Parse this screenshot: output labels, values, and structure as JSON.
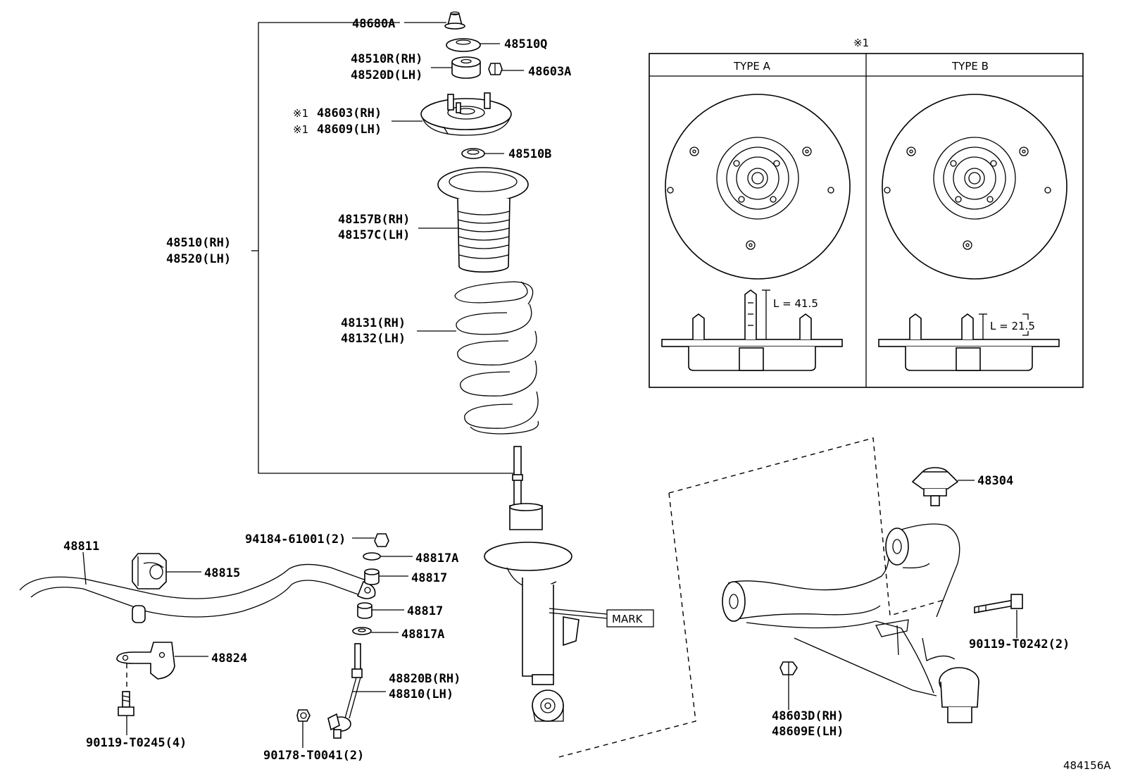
{
  "labels": {
    "p48680A": "48680A",
    "p48510Q": "48510Q",
    "p48510R": "48510R(RH)",
    "p48520D": "48520D(LH)",
    "p48603A": "48603A",
    "p48603": "48603(RH)",
    "p48609": "48609(LH)",
    "note_mark": "※1",
    "p48510B": "48510B",
    "p48157B": "48157B(RH)",
    "p48157C": "48157C(LH)",
    "p48510": "48510(RH)",
    "p48520": "48520(LH)",
    "p48131": "48131(RH)",
    "p48132": "48132(LH)",
    "p48811": "48811",
    "p48815": "48815",
    "p94184": "94184-61001(2)",
    "p48817A_top": "48817A",
    "p48817_top": "48817",
    "p48817_bot": "48817",
    "p48817A_bot": "48817A",
    "p48824": "48824",
    "p48820B": "48820B(RH)",
    "p48810": "48810(LH)",
    "p90119_T0245": "90119-T0245(4)",
    "p90178": "90178-T0041(2)",
    "mark": "MARK",
    "p48304": "48304",
    "p90119_T0242": "90119-T0242(2)",
    "p48603D": "48603D(RH)",
    "p48609E": "48609E(LH)",
    "diagram_id": "484156A"
  },
  "inset": {
    "note": "※1",
    "type_a": "TYPE A",
    "type_b": "TYPE B",
    "len_a": "L = 41.5",
    "len_b": "L = 21.5"
  }
}
